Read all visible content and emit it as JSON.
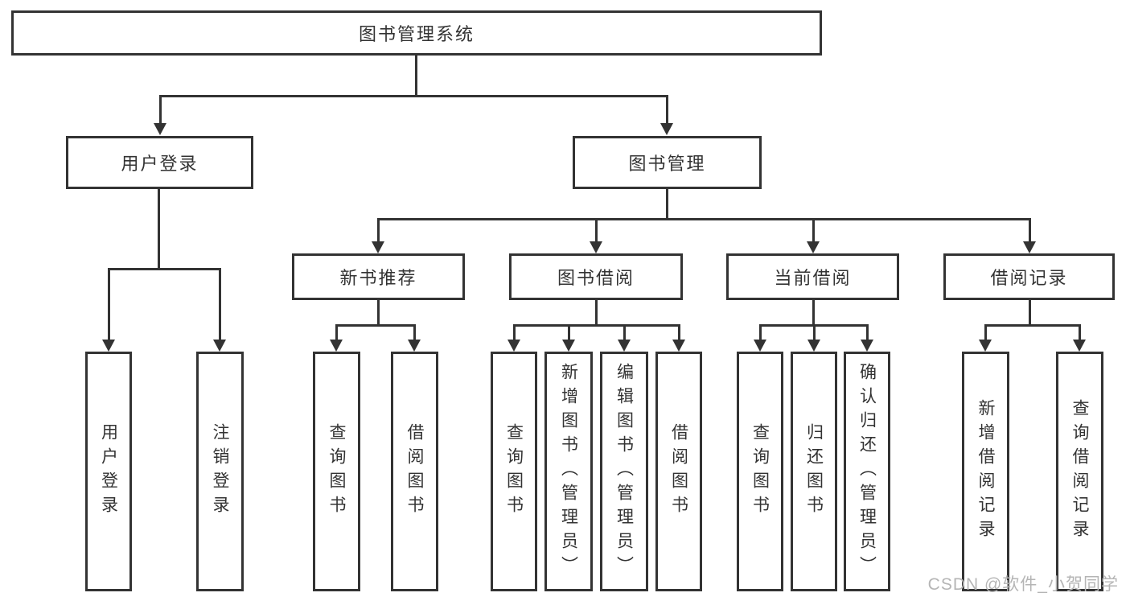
{
  "diagram": {
    "root": "图书管理系统",
    "login": "用户登录",
    "mgmt": "图书管理",
    "login_children": [
      "用户登录",
      "注销登录"
    ],
    "sections": [
      {
        "label": "新书推荐",
        "children": [
          "查询图书",
          "借阅图书"
        ]
      },
      {
        "label": "图书借阅",
        "children": [
          "查询图书",
          "新增图书（管理员）",
          "编辑图书（管理员）",
          "借阅图书"
        ]
      },
      {
        "label": "当前借阅",
        "children": [
          "查询图书",
          "归还图书",
          "确认归还（管理员）"
        ]
      },
      {
        "label": "借阅记录",
        "children": [
          "新增借阅记录",
          "查询借阅记录"
        ]
      }
    ],
    "colors": {
      "line": "#333333",
      "text": "#333333",
      "watermark": "#b5b5b5",
      "background": "#ffffff"
    },
    "watermark": "CSDN @软件_小贺同学"
  }
}
